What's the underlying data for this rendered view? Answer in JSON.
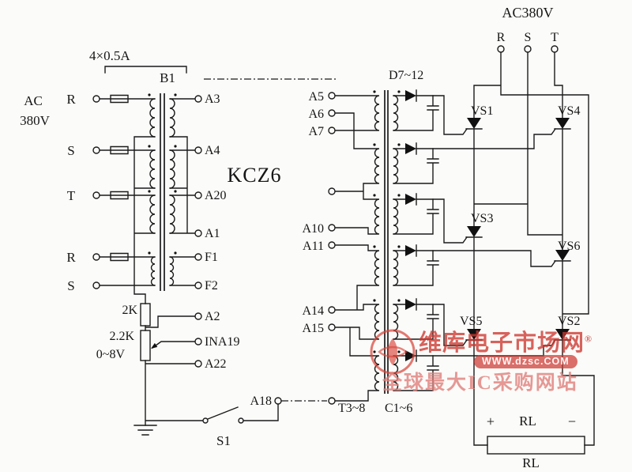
{
  "left": {
    "ac_line1": "AC",
    "ac_line2": "380V",
    "fuse_rating": "4×0.5A",
    "transformer": "B1",
    "phase_r1": "R",
    "phase_s1": "S",
    "phase_t1": "T",
    "phase_r2": "R",
    "phase_s2": "S",
    "module": "KCZ6",
    "resistor": "2K",
    "potentiometer": "2.2K",
    "voltage_range": "0~8V",
    "switch": "S1",
    "terminals": {
      "a3": "A3",
      "a4": "A4",
      "a20": "A20",
      "a1": "A1",
      "f1": "F1",
      "f2": "F2",
      "a2": "A2",
      "ina19": "INA19",
      "a22": "A22",
      "a18": "A18"
    }
  },
  "right": {
    "terminals": {
      "a5": "A5",
      "a6": "A6",
      "a7": "A7",
      "a10": "A10",
      "a11": "A11",
      "a14": "A14",
      "a15": "A15"
    },
    "diodes": "D7~12",
    "transformers": "T3~8",
    "capacitors": "C1~6",
    "ac_top": "AC380V",
    "phase_r": "R",
    "phase_s": "S",
    "phase_t": "T",
    "thyristors": {
      "vs1": "VS1",
      "vs2": "VS2",
      "vs3": "VS3",
      "vs4": "VS4",
      "vs5": "VS5",
      "vs6": "VS6"
    },
    "polarity_plus": "+",
    "polarity_minus": "−",
    "load_top": "RL",
    "load_bottom": "RL"
  },
  "watermark": {
    "brand": "维库电子市场网",
    "reg_mark": "®",
    "url": "WWW.dzsc.COM",
    "slogan": "全球最大IC采购网站"
  }
}
